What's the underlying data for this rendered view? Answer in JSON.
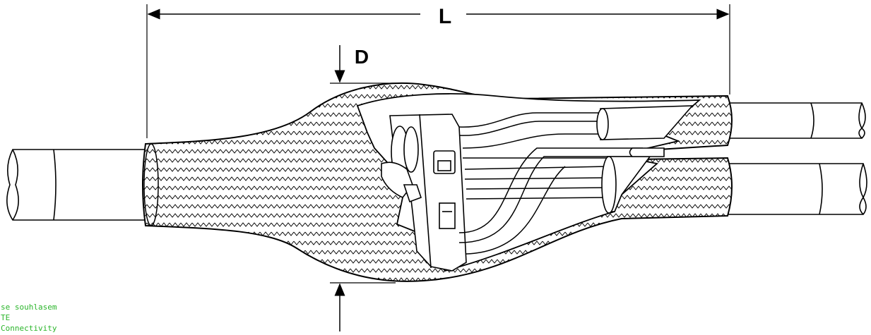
{
  "dimensions": {
    "length_label": "L",
    "diameter_label": "D"
  },
  "stamp": {
    "line1": "se souhlasem",
    "line2": "TE",
    "line3": "Connectivity"
  },
  "colors": {
    "line": "#000000",
    "background": "#ffffff",
    "stamp_text": "#2bb52b"
  }
}
